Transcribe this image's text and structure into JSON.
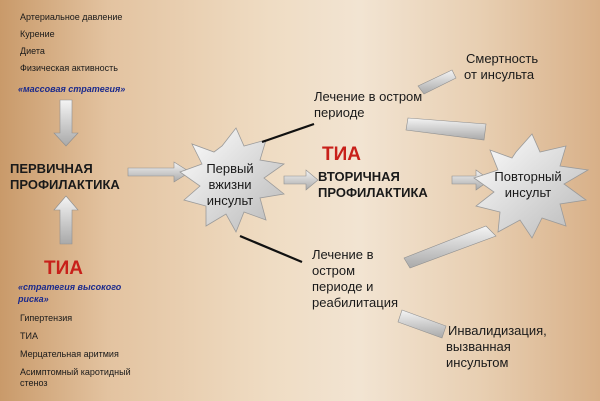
{
  "left_top_factors": [
    "Артериальное давление",
    "Курение",
    "Диета",
    "Физическая активность"
  ],
  "mass_strategy": "«массовая стратегия»",
  "primary_prevention": [
    "ПЕРВИЧНАЯ",
    "ПРОФИЛАКТИКА"
  ],
  "tia_left": "ТИА",
  "high_risk_strategy": [
    "«стратегия высокого",
    "риска»"
  ],
  "left_bottom_factors": [
    "Гипертензия",
    "ТИА",
    "Мерцательная аритмия",
    "Асимптомный каротидный",
    "стеноз"
  ],
  "first_stroke": [
    "Первый",
    "вжизни",
    "инсульт"
  ],
  "acute_treatment": [
    "Лечение в остром",
    "периоде"
  ],
  "mortality": [
    "Смертность",
    "от инсульта"
  ],
  "tia_center": "ТИА",
  "secondary_prevention": [
    "ВТОРИЧНАЯ",
    "ПРОФИЛАКТИКА"
  ],
  "recurrent_stroke": [
    "Повторный",
    "инсульт"
  ],
  "acute_rehab": [
    "Лечение в",
    "остром",
    "периоде и",
    "реабилитация"
  ],
  "disability": [
    "Инвалидизация,",
    "вызванная",
    "инсультом"
  ],
  "colors": {
    "red": "#c8201a",
    "blue": "#1b2a8c"
  }
}
